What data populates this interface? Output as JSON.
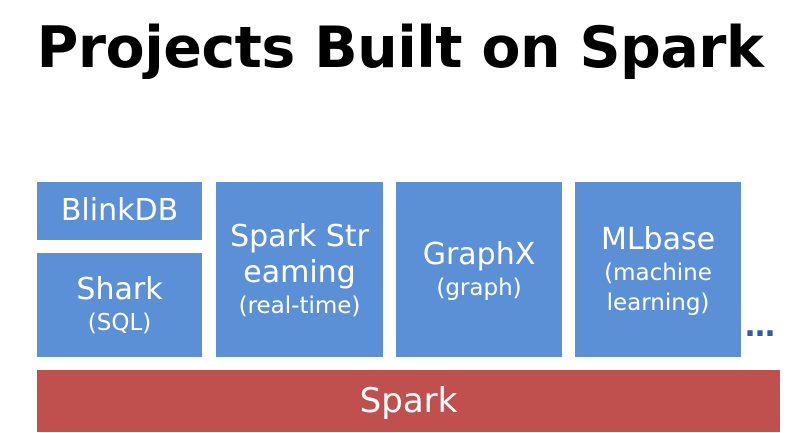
{
  "title": "Projects Built on Spark",
  "colors": {
    "project_box": "#5b8fd6",
    "base_box": "#c0504d",
    "ellipsis": "#2d5fa8"
  },
  "boxes": {
    "blinkdb": {
      "name": "BlinkDB",
      "desc": ""
    },
    "shark": {
      "name": "Shark",
      "desc": "(SQL)"
    },
    "streaming": {
      "name": "Spark Streaming",
      "desc": "(real-time)"
    },
    "graphx": {
      "name": "GraphX",
      "desc": "(graph)"
    },
    "mlbase": {
      "name": "MLbase",
      "desc": "(machine learning)"
    }
  },
  "base": {
    "name": "Spark"
  },
  "ellipsis": "…"
}
